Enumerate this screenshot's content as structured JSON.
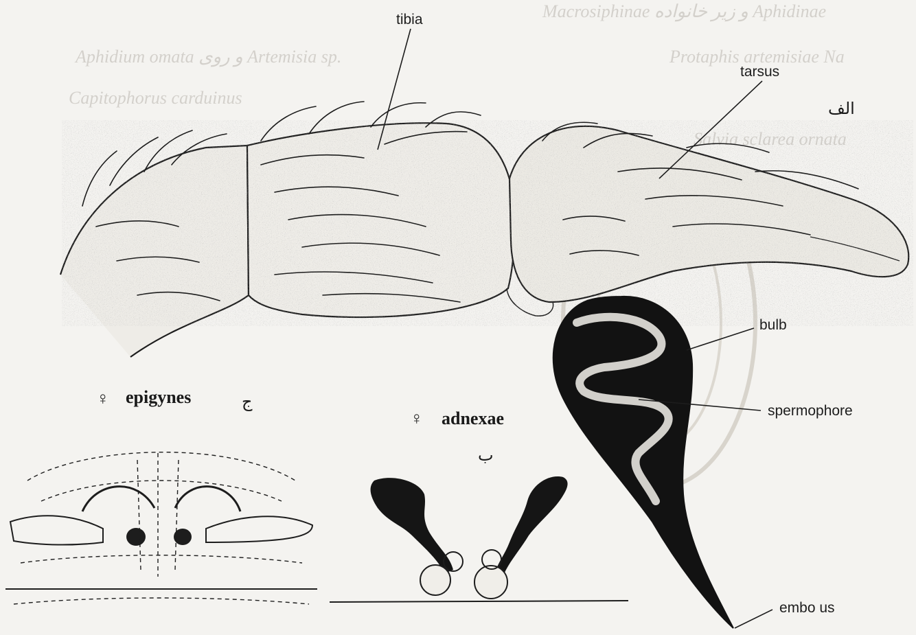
{
  "labels": {
    "tibia": "tibia",
    "tarsus": "tarsus",
    "bulb": "bulb",
    "spermophore": "spermophore",
    "embolus": "embo us"
  },
  "panels": {
    "epigynes_title": "epigynes",
    "adnexae_title": "adnexae",
    "female_symbol": "♀",
    "panel_a_mark": "الف",
    "panel_b_mark": "ب",
    "panel_c_mark": "ج"
  },
  "bleed_through": {
    "line1": "Macrosiphinae و زیر خانواده Aphidinae",
    "line2": "Aphidium omata و روی Artemisia sp.",
    "line3": "Protaphis artemisiae Nа",
    "line4": "Capitophorus carduinus",
    "line5": "Salvia sclarea ornata"
  },
  "colors": {
    "ink": "#1d1d1d",
    "paper": "#f4f3f0",
    "ghost": "#c9c5be"
  }
}
